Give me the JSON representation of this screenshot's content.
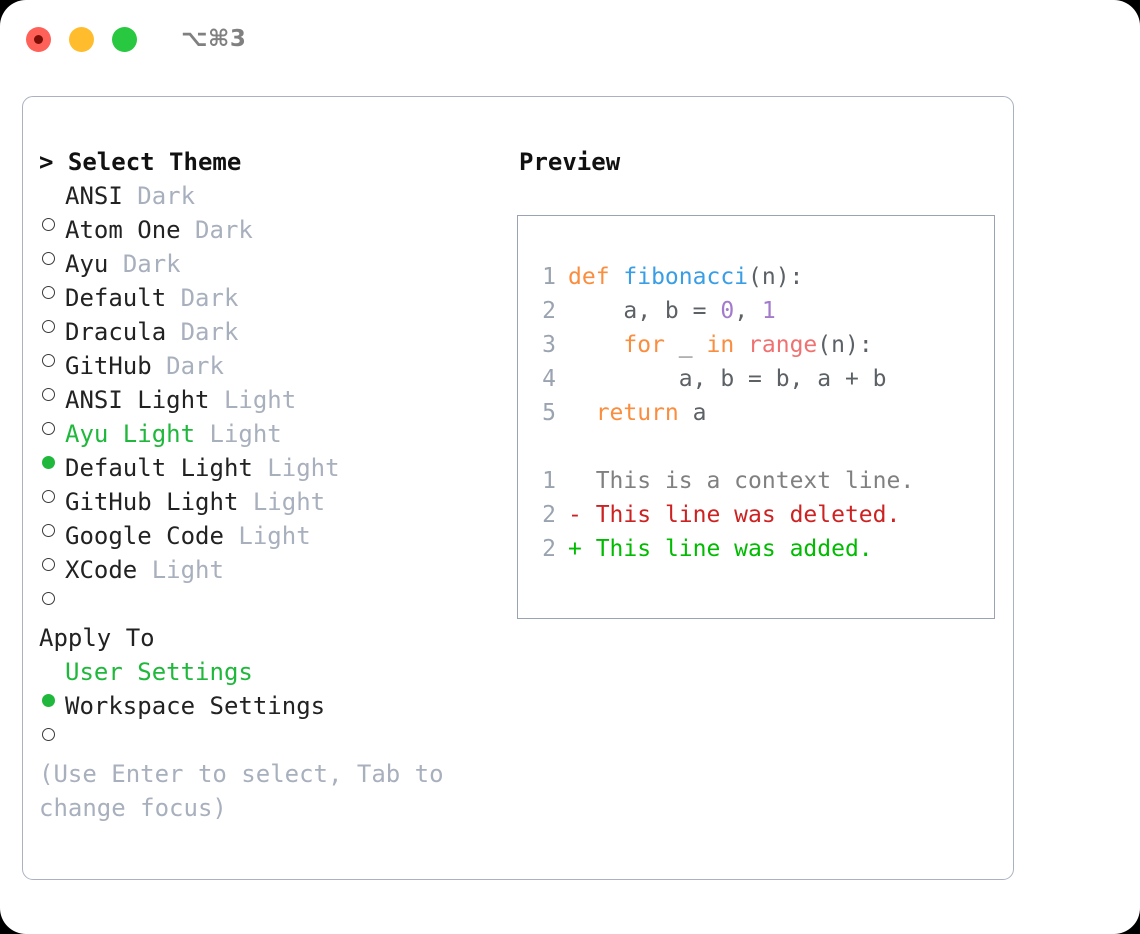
{
  "window": {
    "title": "⌥⌘3",
    "traffic_lights": [
      {
        "name": "close",
        "color": "#FF6058"
      },
      {
        "name": "minimize",
        "color": "#FFBD2E"
      },
      {
        "name": "maximize",
        "color": "#28C840"
      }
    ]
  },
  "theme_section": {
    "header": "> Select Theme",
    "focused": true,
    "options": [
      {
        "label": "ANSI",
        "tag": "Dark",
        "selected": false
      },
      {
        "label": "Atom One",
        "tag": "Dark",
        "selected": false
      },
      {
        "label": "Ayu",
        "tag": "Dark",
        "selected": false
      },
      {
        "label": "Default",
        "tag": "Dark",
        "selected": false
      },
      {
        "label": "Dracula",
        "tag": "Dark",
        "selected": false
      },
      {
        "label": "GitHub",
        "tag": "Dark",
        "selected": false
      },
      {
        "label": "ANSI Light",
        "tag": "Light",
        "selected": false
      },
      {
        "label": "Ayu Light",
        "tag": "Light",
        "selected": true
      },
      {
        "label": "Default Light",
        "tag": "Light",
        "selected": false
      },
      {
        "label": "GitHub Light",
        "tag": "Light",
        "selected": false
      },
      {
        "label": "Google Code",
        "tag": "Light",
        "selected": false
      },
      {
        "label": "XCode",
        "tag": "Light",
        "selected": false
      }
    ]
  },
  "apply_section": {
    "header": "Apply To",
    "focused": false,
    "options": [
      {
        "label": "User Settings",
        "selected": true
      },
      {
        "label": "Workspace Settings",
        "selected": false
      }
    ]
  },
  "hint": "(Use Enter to select, Tab to change focus)",
  "preview": {
    "title": "Preview",
    "code_lines": [
      {
        "number": "1",
        "tokens": [
          {
            "text": "def ",
            "type": "kw"
          },
          {
            "text": "fibonacci",
            "type": "fn"
          },
          {
            "text": "(n):",
            "type": "pn"
          }
        ]
      },
      {
        "number": "2",
        "tokens": [
          {
            "text": "    a, b = ",
            "type": "var"
          },
          {
            "text": "0",
            "type": "num"
          },
          {
            "text": ", ",
            "type": "pn"
          },
          {
            "text": "1",
            "type": "num"
          }
        ]
      },
      {
        "number": "3",
        "tokens": [
          {
            "text": "    for ",
            "type": "kw"
          },
          {
            "text": "_ ",
            "type": "var"
          },
          {
            "text": "in ",
            "type": "kw"
          },
          {
            "text": "range",
            "type": "call"
          },
          {
            "text": "(n):",
            "type": "pn"
          }
        ]
      },
      {
        "number": "4",
        "tokens": [
          {
            "text": "        a, b = b, a + b",
            "type": "var"
          }
        ]
      },
      {
        "number": "5",
        "tokens": [
          {
            "text": "  return ",
            "type": "kw"
          },
          {
            "text": "a",
            "type": "var"
          }
        ]
      }
    ],
    "diff_lines": [
      {
        "number": "1",
        "marker": "  ",
        "text": "This is a context line.",
        "type": "ctx"
      },
      {
        "number": "2",
        "marker": "- ",
        "text": "This line was deleted.",
        "type": "del"
      },
      {
        "number": "2",
        "marker": "+ ",
        "text": "This line was added.",
        "type": "add"
      }
    ]
  },
  "colors": {
    "accent_green": "#20B83C",
    "muted": "#a8b0bd",
    "keyword": "#FA8D3E",
    "function": "#399EE6",
    "number": "#A37ACC",
    "call": "#F07171",
    "diff_deleted": "#CC2222",
    "diff_added": "#00BB00"
  }
}
